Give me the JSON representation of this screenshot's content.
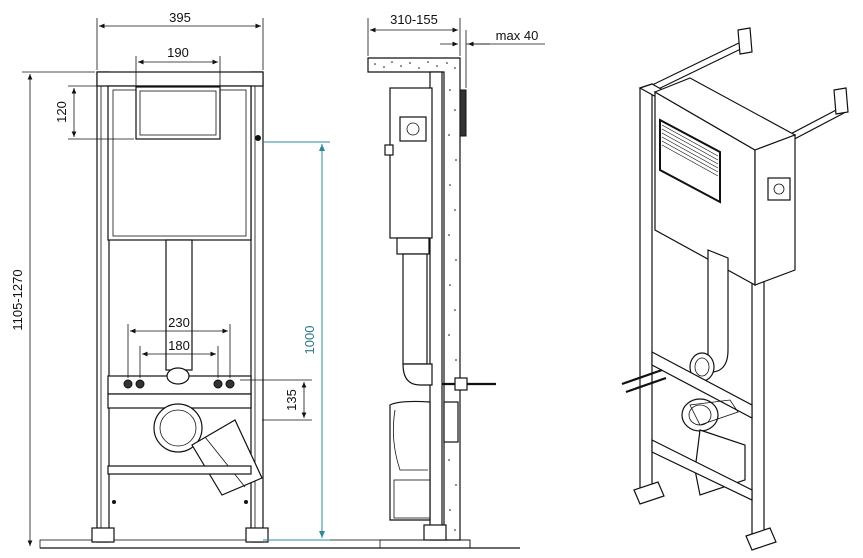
{
  "dimensions": {
    "frame_width": "395",
    "flush_plate_width": "190",
    "flush_plate_offset": "120",
    "total_height": "1105-1270",
    "connection_spacing_outer": "230",
    "connection_spacing_inner": "180",
    "floor_to_connection": "1000",
    "drain_offset": "135",
    "wall_depth": "310-155",
    "max_wall_offset": "max 40"
  },
  "colors": {
    "line": "#111111",
    "dimension_blue": "#2a8ba0",
    "wall_hatch": "#ffffff"
  }
}
